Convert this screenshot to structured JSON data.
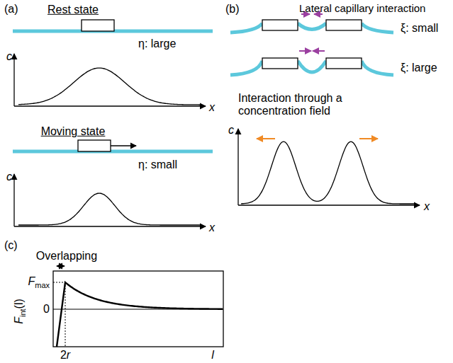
{
  "diagram": {
    "labels": [
      "(a)",
      "Rest state",
      "η: large",
      "c",
      "x",
      "Moving state",
      "η: small",
      "c",
      "x",
      "(b)",
      "Lateral capillary interaction",
      "ξ: small",
      "ξ: large",
      "Interaction through a concentration field",
      "c",
      "x",
      "(c)",
      "Overlapping",
      "F",
      "max",
      "0",
      "F",
      "int",
      "(l)",
      "2",
      "r",
      "l"
    ]
  }
}
